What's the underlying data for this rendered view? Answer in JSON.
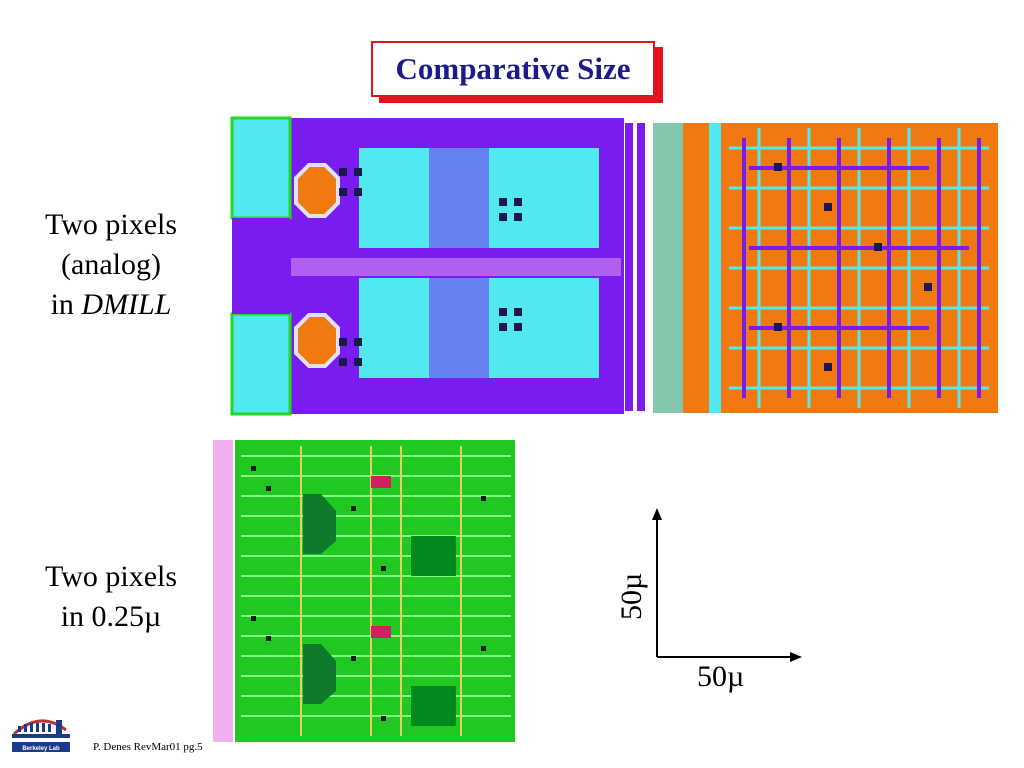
{
  "slide": {
    "title": "Comparative Size",
    "caption_top_line1": "Two pixels",
    "caption_top_line2": "(analog)",
    "caption_top_line3_prefix": "in ",
    "caption_top_line3_em": "DMILL",
    "caption_bottom_line1": "Two pixels",
    "caption_bottom_line2": "in 0.25µ",
    "scale_x_label": "50µ",
    "scale_y_label": "50µ",
    "logo_text": "Berkeley Lab",
    "footer": "P. Denes RevMar01 pg.5"
  },
  "colors": {
    "title_text": "#1a1a8c",
    "title_border": "#e0141c",
    "dmill_purple": "#7a1cf0",
    "dmill_cyan": "#52f0f0",
    "dmill_orange": "#f07a10",
    "deep_green": "#22c822",
    "deep_pink": "#f0b0f0"
  },
  "icons": {
    "logo": "berkeley-lab-logo",
    "scale_bar": "scale-bar-arrows"
  }
}
